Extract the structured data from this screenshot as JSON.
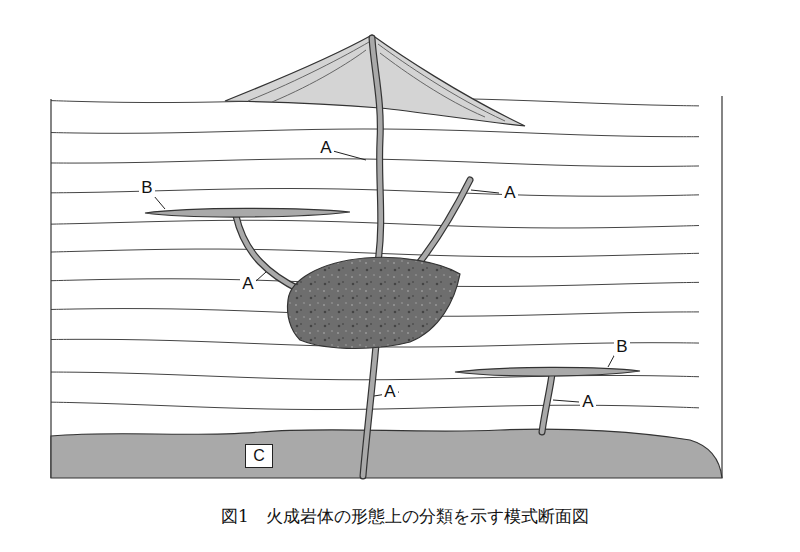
{
  "diagram": {
    "caption": "図1　火成岩体の形態上の分類を示す模式断面図",
    "nodes": [
      {
        "text": [
          "C"
        ]
      }
    ],
    "labels": [
      "A",
      "B",
      "A",
      "A",
      "B",
      "A",
      "A"
    ]
  }
}
